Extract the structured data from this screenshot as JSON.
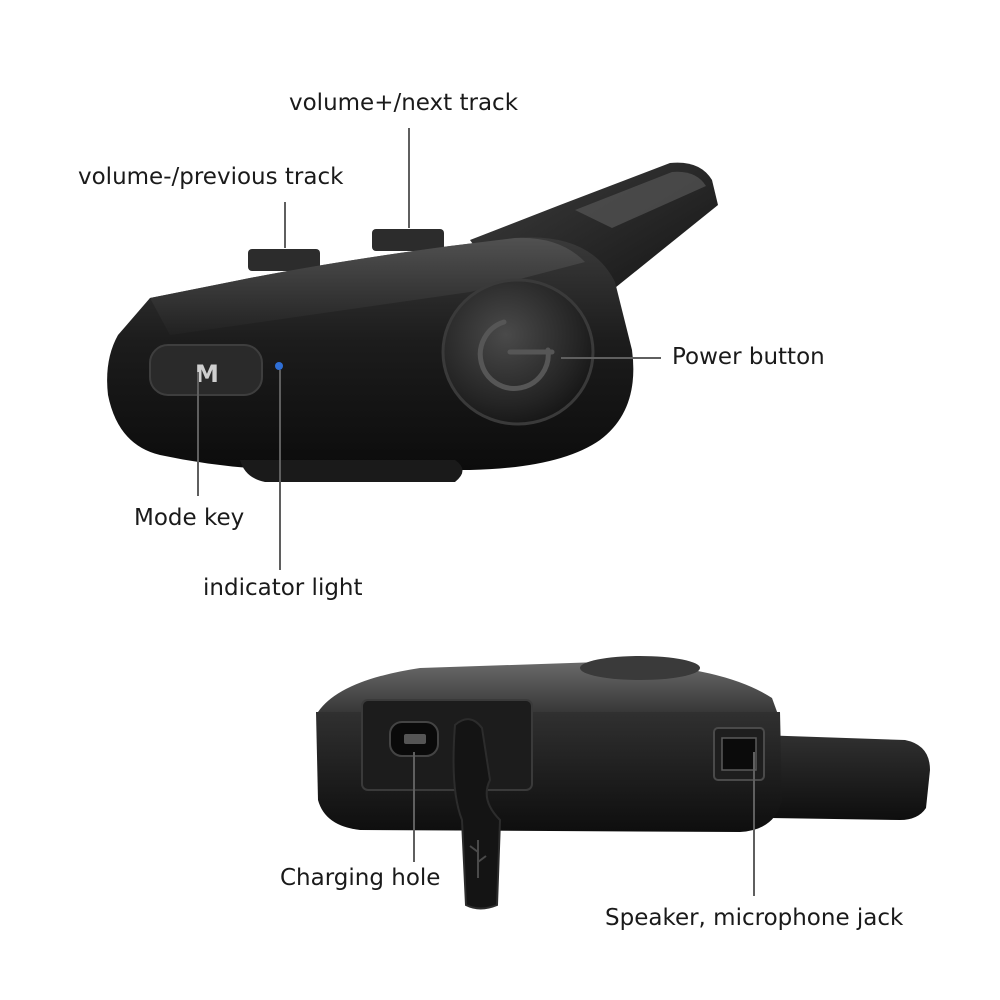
{
  "labels": {
    "volume_up": "volume+/next track",
    "volume_down": "volume-/previous track",
    "power": "Power button",
    "mode": "Mode key",
    "indicator": "indicator light",
    "charging": "Charging hole",
    "jack": "Speaker, microphone jack"
  },
  "device_key_glyph": "M",
  "colors": {
    "body_dark": "#161616",
    "body_mid": "#2b2b2b",
    "body_light": "#4a4a4a",
    "indicator_led": "#2f6fd6",
    "leader_line": "#5f5f5f",
    "label_text": "#1a1a1a"
  }
}
